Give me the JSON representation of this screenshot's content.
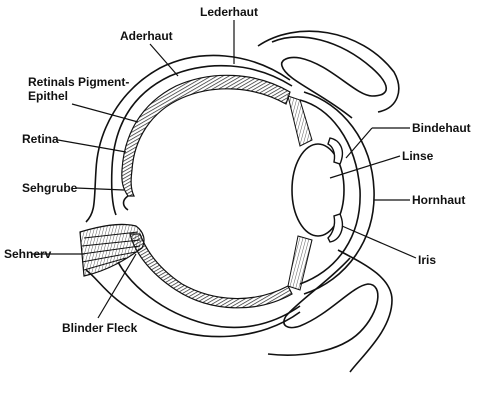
{
  "labels": {
    "lederhaut": "Lederhaut",
    "aderhaut": "Aderhaut",
    "pigment_line1": "Retinals Pigment-",
    "pigment_line2": "Epithel",
    "retina": "Retina",
    "sehgrube": "Sehgrube",
    "sehnerv": "Sehnerv",
    "blinder_fleck": "Blinder Fleck",
    "bindehaut": "Bindehaut",
    "linse": "Linse",
    "hornhaut": "Hornhaut",
    "iris": "Iris"
  }
}
